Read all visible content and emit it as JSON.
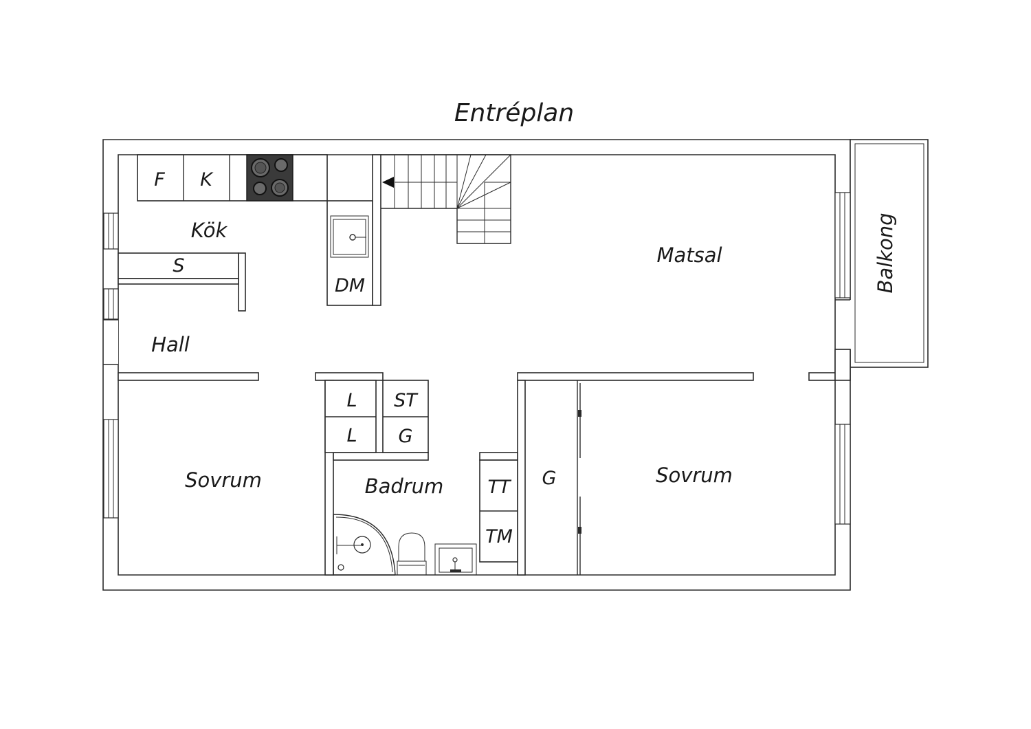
{
  "plan": {
    "title": "Entréplan",
    "rooms": {
      "kok": "Kök",
      "hall": "Hall",
      "matsal": "Matsal",
      "balkong": "Balkong",
      "sovrum_left": "Sovrum",
      "sovrum_right": "Sovrum",
      "badrum": "Badrum"
    },
    "fixtures": {
      "fridge": "F",
      "freezer": "K",
      "storage": "S",
      "dishwasher": "DM",
      "closet_1": "L",
      "closet_2": "L",
      "storage_st": "ST",
      "wardrobe_small": "G",
      "wardrobe_bedroom": "G",
      "dryer": "TT",
      "washer": "TM"
    },
    "icons": [
      "stove-icon",
      "kitchen-sink-icon",
      "staircase-icon",
      "shower-icon",
      "toilet-icon",
      "washbasin-icon",
      "window-icon"
    ],
    "colors": {
      "line": "#2a2a2a",
      "stove": "#3a3a3a",
      "background": "#ffffff"
    }
  }
}
